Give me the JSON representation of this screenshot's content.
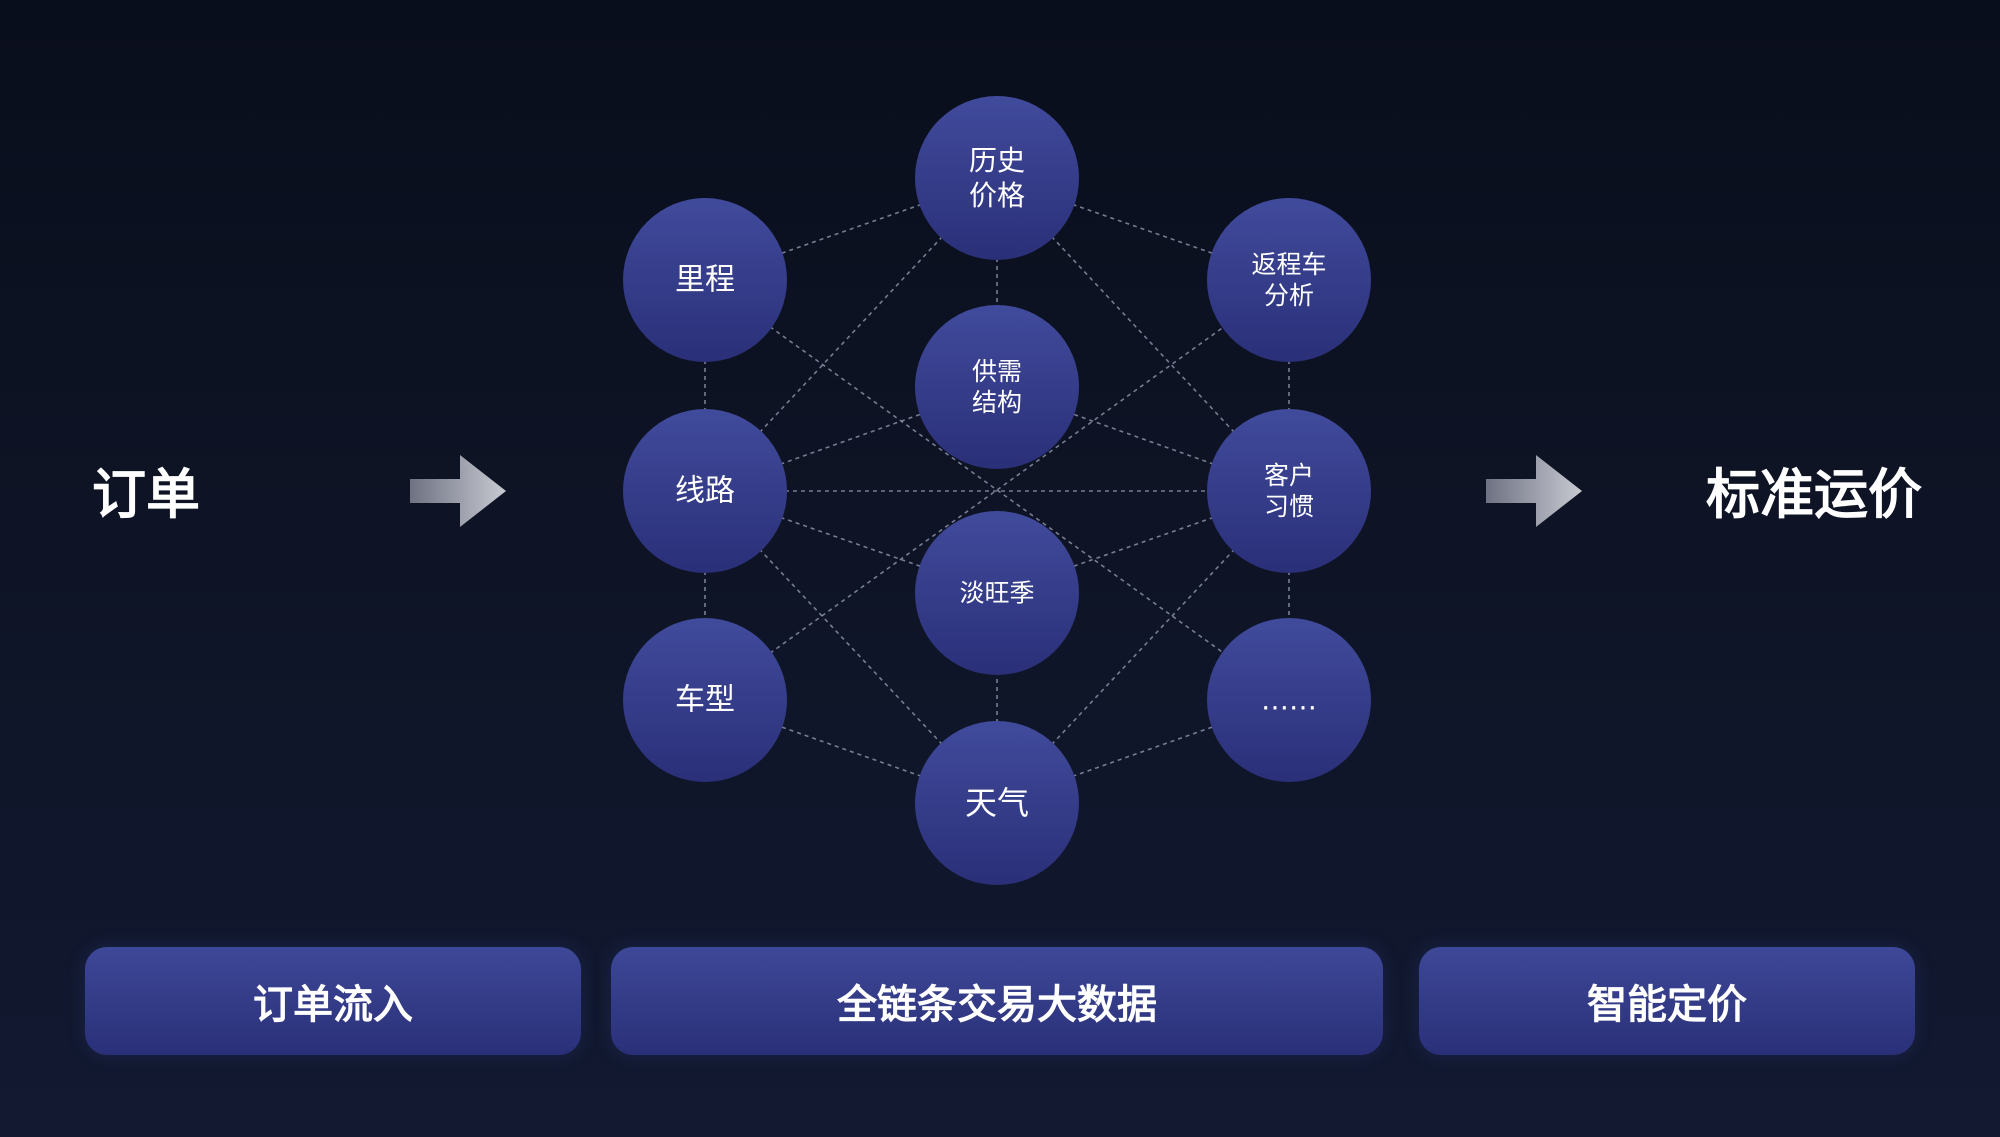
{
  "labels": {
    "left": "订单",
    "right": "标准运价"
  },
  "bottom": {
    "order_inflow": "订单流入",
    "big_data": "全链条交易大数据",
    "smart_pricing": "智能定价"
  },
  "nodes": {
    "history_price": [
      "历史",
      "价格"
    ],
    "mileage": [
      "里程"
    ],
    "return_trip": [
      "返程车",
      "分析"
    ],
    "supply_demand": [
      "供需",
      "结构"
    ],
    "route": [
      "线路"
    ],
    "customer_habit": [
      "客户",
      "习惯"
    ],
    "season": [
      "淡旺季"
    ],
    "vehicle_type": [
      "车型"
    ],
    "more": [
      "……"
    ],
    "weather": [
      "天气"
    ]
  },
  "icons": {
    "flow_arrow": "arrow-right-icon"
  },
  "colors": {
    "node_top": "#414b9c",
    "node_bottom": "#2a2f78",
    "edge": "#9aa0b8"
  }
}
